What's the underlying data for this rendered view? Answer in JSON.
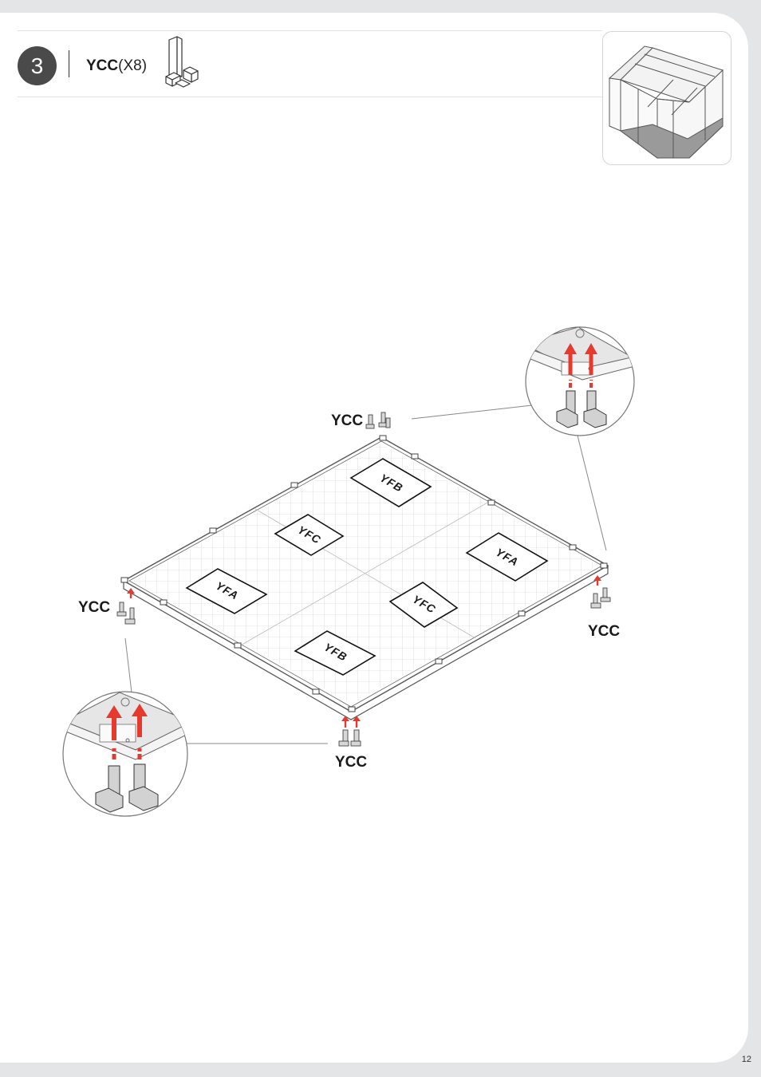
{
  "header": {
    "step_number": "3",
    "part_code": "YCC",
    "part_quantity": "(X8)"
  },
  "diagram": {
    "panel_labels": [
      "YFB",
      "YFC",
      "YFA",
      "YFA",
      "YFC",
      "YFB"
    ],
    "callouts": [
      "YCC",
      "YCC",
      "YCC",
      "YCC"
    ],
    "arrow_color": "#e8392e"
  },
  "footer": {
    "page_number": "12"
  }
}
